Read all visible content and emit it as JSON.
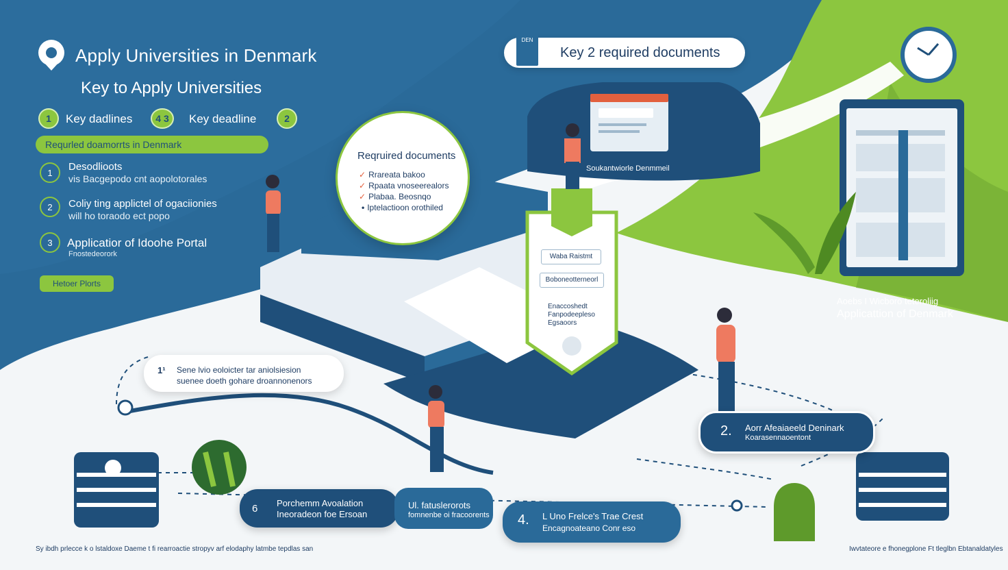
{
  "header": {
    "title": "Apply Universities in Denmark",
    "subtitle": "Key to Apply Universities"
  },
  "deadlines": [
    {
      "num": "1",
      "label": "Key dadlines"
    },
    {
      "num": "4 3",
      "label": "Key deadline"
    },
    {
      "num": "2",
      "label": ""
    }
  ],
  "green_bar": "Requrled doamorrts in Denmark",
  "steps": [
    {
      "num": "1",
      "title": "Desodlioots",
      "sub": "vis Bacgepodo cnt aopolotorales"
    },
    {
      "num": "2",
      "title": "Coliy ting applictel of ogaciionies",
      "sub": "will ho toraodo ect popo"
    },
    {
      "num": "3",
      "title": "Applicatior of Idoohe Portal",
      "sub": "Fnostedeorork"
    }
  ],
  "small_pill": "Hetoer Plorts",
  "top_pill": {
    "badge": "DEN",
    "label": "Key 2 required documents"
  },
  "required_docs": {
    "title": "Reqruired documents",
    "items": [
      "Rrareata bakoo",
      "Rpaata vnoseerealors",
      "Plabaa. Beosnqo",
      "Iptelactioon orothiled"
    ]
  },
  "laptop_label": "Soukantwiorle Denmmeil",
  "shield": {
    "items": [
      "Waba Raistmt",
      "Boboneotterneorl",
      "Enaccoshedt",
      "Fanpodeepleso",
      "Egsaoors"
    ]
  },
  "right_labels": {
    "line1": "Aoebs I Wicboro teteroliig",
    "line2": "Applicattion of Denmark"
  },
  "cards": {
    "card1": {
      "num": "1¹",
      "line1": "Sene lvio eoloicter tar aniolsiesion",
      "line2": "suenee doeth gohare droannonenors"
    },
    "card2": {
      "num": "2.",
      "line1": "Aorr Afeaiaeeld Deninark",
      "line2": "Koarasennaoentont"
    },
    "card3": {
      "num": "6",
      "line1": "Porchemm Avoalation",
      "line2": "Ineoradeon foe Ersoan"
    },
    "card4": {
      "line1": "Ul. fatuslerorots",
      "line2": "fomnenbe oi fracoorents"
    },
    "card5": {
      "num": "4.",
      "line1": "L Uno Frelce's Trae Crest",
      "line2": "Encagnoateano Conr eso"
    }
  },
  "footer": {
    "left": "Sy ibdh prlecce k o lstaldoxe Daeme t fi rearroactie stropyv arf elodaphy latmbe tepdlas san",
    "right": "Iwvtateore e fhonegplone Ft tleglbn Ebtanaldatyles"
  },
  "colors": {
    "navy": "#1f4f7a",
    "blue": "#2a6a99",
    "green": "#8cc63f",
    "coral": "#e2603e",
    "white": "#ffffff"
  }
}
